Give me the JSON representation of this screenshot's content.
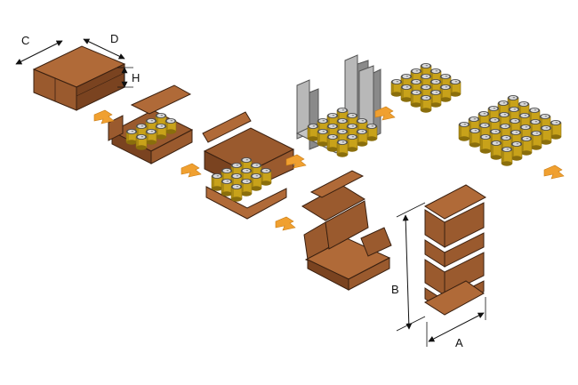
{
  "dimension_labels": {
    "c": "C",
    "d": "D",
    "h": "H",
    "b": "B",
    "a": "A"
  },
  "colors": {
    "carton_face": "#9a5a2e",
    "carton_dark": "#7a4320",
    "carton_light": "#b06a38",
    "carton_edge": "#3a2010",
    "can_body": "#c8a21a",
    "can_shadow": "#8a6e0c",
    "can_lid": "#d8d8d8",
    "can_rim": "#4a4a4a",
    "fixture": "#b8b8b8",
    "fixture_dark": "#8a8a8a",
    "arrow": "#f0a030",
    "arrow_dark": "#c77a12",
    "line": "#111111"
  }
}
